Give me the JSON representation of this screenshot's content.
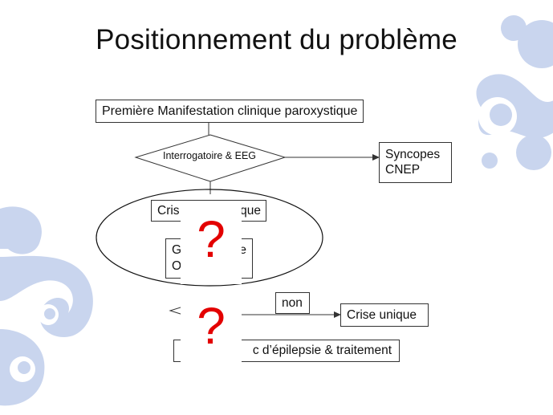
{
  "slide": {
    "title": "Positionnement du problème"
  },
  "nodes": {
    "start": "Première Manifestation clinique paroxystique",
    "decision": "Interrogatoire & EEG",
    "alt_line1": "Syncopes",
    "alt_line2": "CNEP",
    "crisis_partial": "Cris",
    "crisis_suffix": "que",
    "group_line1": "G",
    "group_suffix": "e",
    "group_line2": "O",
    "no_label": "non",
    "single": "Crise unique",
    "diagnosis_partial": "c d’épilepsie & traitement"
  },
  "overlays": {
    "question": "?"
  },
  "colors": {
    "question": "#e30000",
    "decoration": "#c9d5ee"
  }
}
